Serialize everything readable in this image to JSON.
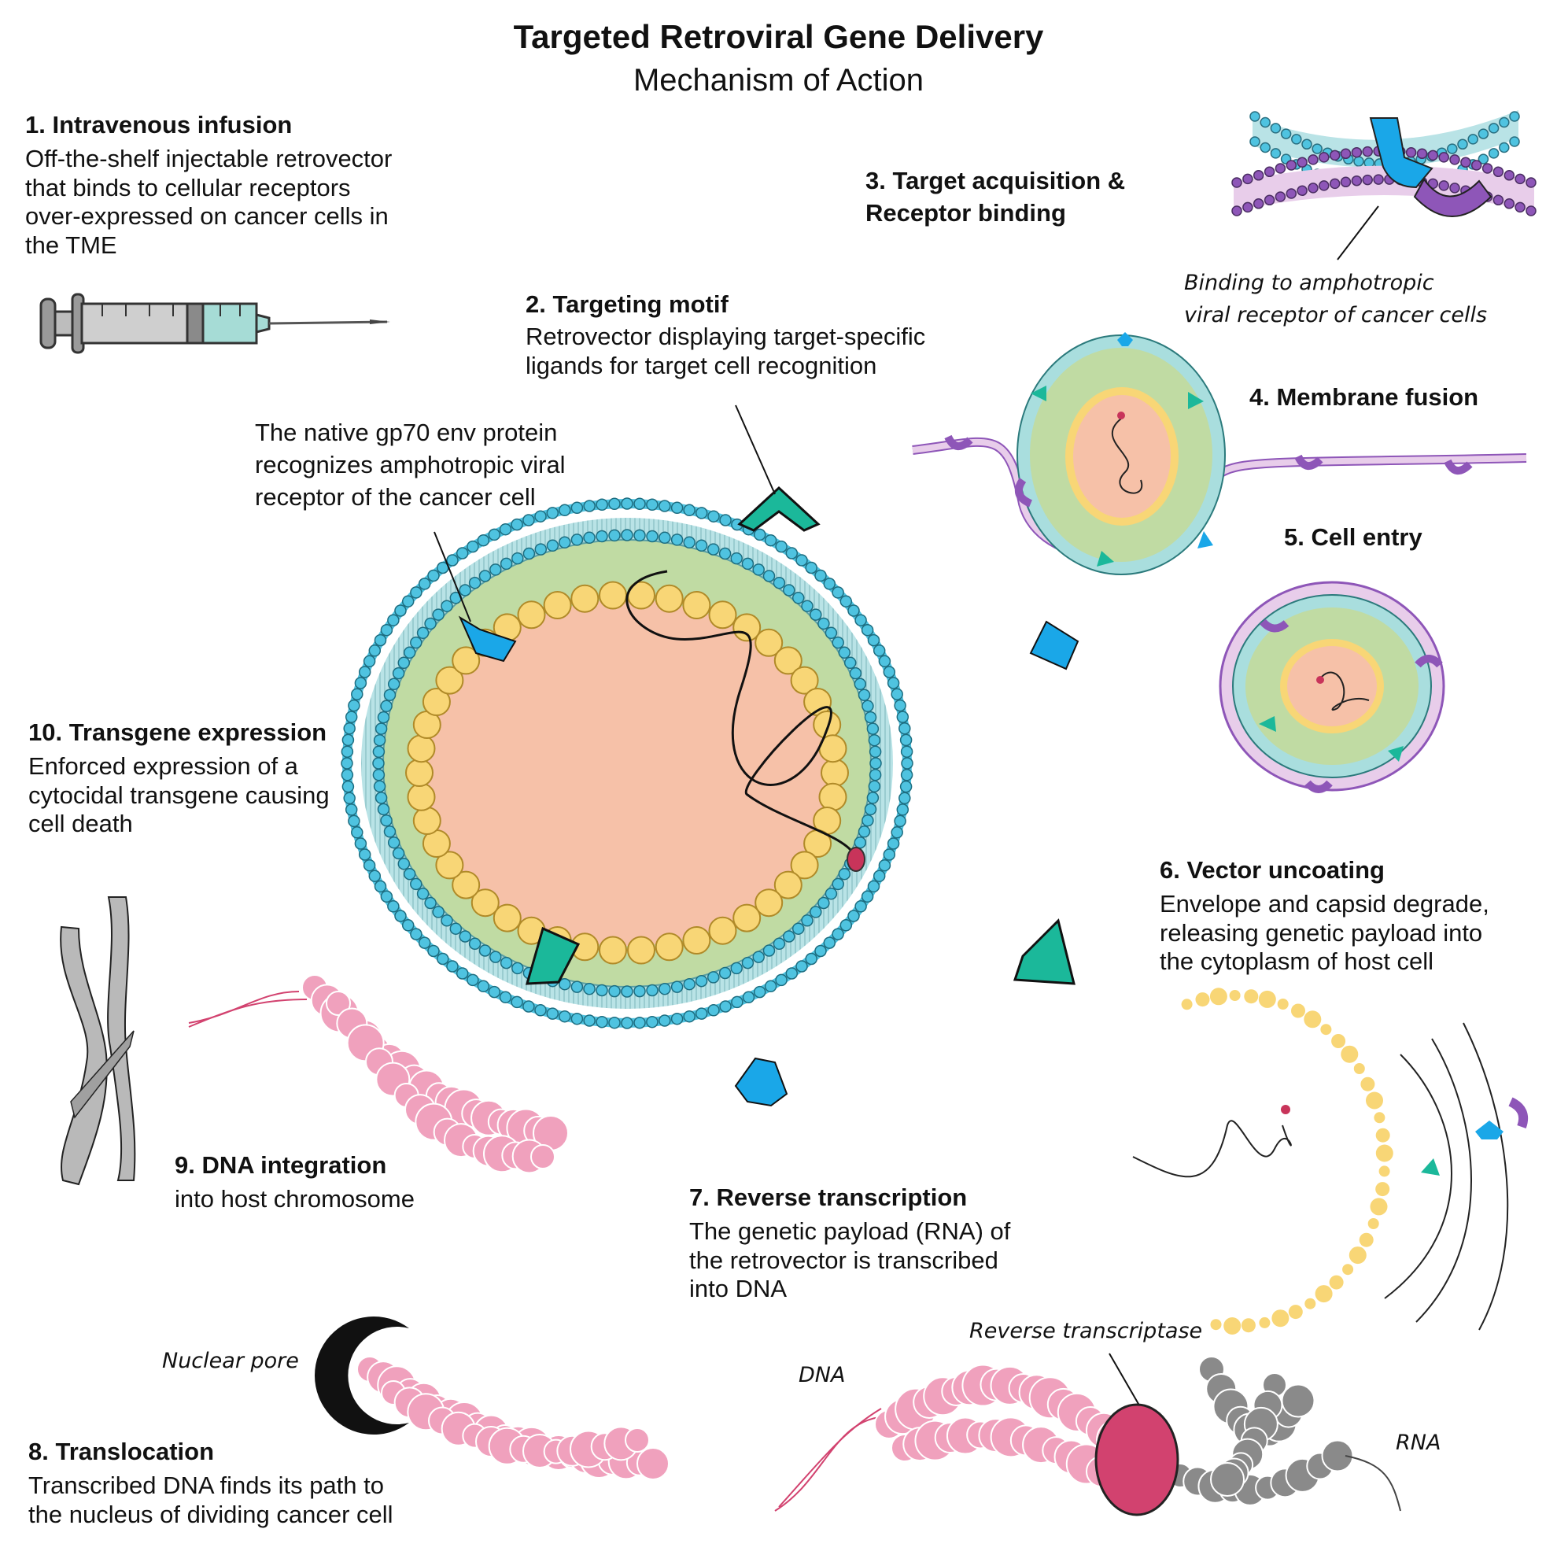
{
  "title": "Targeted Retroviral Gene Delivery",
  "subtitle": "Mechanism of Action",
  "steps": {
    "s1": {
      "heading": "1. Intravenous infusion",
      "lines": [
        "Off-the-shelf injectable retrovector",
        "that binds to cellular receptors",
        "over-expressed on cancer cells in",
        "the TME"
      ]
    },
    "s2": {
      "heading": "2. Targeting motif",
      "lines": [
        "Retrovector displaying target-specific",
        "ligands for target cell recognition"
      ]
    },
    "s3": {
      "heading_lines": [
        "3. Target acquisition &",
        "Receptor binding"
      ]
    },
    "s4": {
      "heading": "4. Membrane fusion"
    },
    "s5": {
      "heading": "5. Cell entry"
    },
    "s6": {
      "heading": "6. Vector uncoating",
      "lines": [
        "Envelope and capsid degrade,",
        "releasing genetic payload into",
        "the cytoplasm of host cell"
      ]
    },
    "s7": {
      "heading": "7. Reverse transcription",
      "lines": [
        "The genetic payload (RNA) of",
        "the retrovector is transcribed",
        "into DNA"
      ]
    },
    "s8": {
      "heading": "8. Translocation",
      "lines": [
        "Transcribed DNA finds its path to",
        "the nucleus of dividing cancer cell"
      ]
    },
    "s9": {
      "heading": "9. DNA integration",
      "lines": [
        "into host chromosome"
      ]
    },
    "s10": {
      "heading": "10. Transgene expression",
      "lines": [
        "Enforced expression of a",
        "cytocidal transgene causing",
        "cell death"
      ]
    }
  },
  "annotations": {
    "gp70": [
      "The native gp70 env protein",
      "recognizes amphotropic viral",
      "receptor of the cancer cell"
    ],
    "binding": [
      "Binding to amphotropic",
      "viral receptor of cancer cells"
    ],
    "reverse_transcriptase": "Reverse transcriptase",
    "dna": "DNA",
    "rna": "RNA",
    "nuclear_pore": "Nuclear pore"
  },
  "colors": {
    "membrane_blue": "#4fc3e0",
    "tail_blue": "#a9dede",
    "capsid_green": "#c0dba3",
    "capsid_yellow": "#f8d676",
    "core_salmon": "#f6c1a8",
    "receptor_blue": "#1aa7e8",
    "ligand_teal": "#1bb89a",
    "receptor_purple": "#8e56b8",
    "cell_membrane_purple": "#dbb3e0",
    "dna_pink": "#f0a1bd",
    "rna_gray": "#8a8a8a",
    "rt_enzyme": "#d2426f",
    "syringe_fluid": "#a6dcd6"
  }
}
